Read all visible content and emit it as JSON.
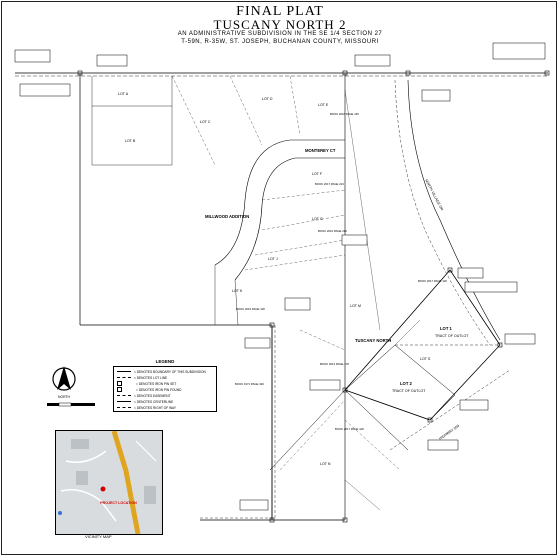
{
  "title": {
    "line1": "FINAL PLAT",
    "line2": "TUSCANY NORTH 2",
    "line3": "AN ADMINISTRATIVE SUBDIVISION IN THE SE 1/4 SECTION 27",
    "line4": "T-59N, R-35W, ST. JOSEPH, BUCHANAN COUNTY, MISSOURI"
  },
  "labels": {
    "millwood": "MILLWOOD ADDITION",
    "tuscany_north": "TUSCANY NORTH",
    "lot1": "LOT 1",
    "lot1_area": "TRACT OF OUTLOT",
    "lot2": "LOT 2",
    "lot2_area": "TRACT OF OUTLOT",
    "road": "NORTH VILLAGE DR",
    "highway": "HIGHWAY 169",
    "lot_a": "LOT A",
    "lot_b": "LOT B",
    "lot_c": "LOT C",
    "lot_d": "LOT D",
    "lot_e": "LOT E",
    "lot_f": "LOT F",
    "lot_g": "LOT G",
    "lot_j": "LOT J",
    "lot_k": "LOT K",
    "lot_m": "LOT M",
    "lot_n": "LOT N",
    "lot_s": "LOT S",
    "court": "MONTEREY CT",
    "book1": "BOOK 2016 PAGE 145",
    "book2": "BOOK 2017 PAGE 213",
    "book3": "BOOK 2015 PAGE 118",
    "book4": "BOOK 2017 PAGE 118",
    "book5": "BOOK 2016 PAGE 220",
    "book6": "BOOK 1971 PAGE 320",
    "book7": "BOOK 2017 PAGE 118",
    "book8": "BOOK 2013 PAGE 178"
  },
  "legend": {
    "title": "LEGEND",
    "items": [
      "= DENOTES BOUNDARY OF THIS SUBDIVISION",
      "= DENOTES LOT LINE",
      "= DENOTES IRON PIN SET",
      "= DENOTES IRON PIN FOUND",
      "= DENOTES EASEMENT",
      "= DENOTES CENTERLINE",
      "= DENOTES RIGHT OF WAY"
    ]
  },
  "north_arrow": {
    "label": "NORTH"
  },
  "vicinity": {
    "label": "PROJECT LOCATION",
    "caption": "VICINITY MAP"
  },
  "colors": {
    "line": "#000000",
    "map_bg": "#cfd3d6",
    "highway": "#e0a51f",
    "marker": "#d10000"
  }
}
